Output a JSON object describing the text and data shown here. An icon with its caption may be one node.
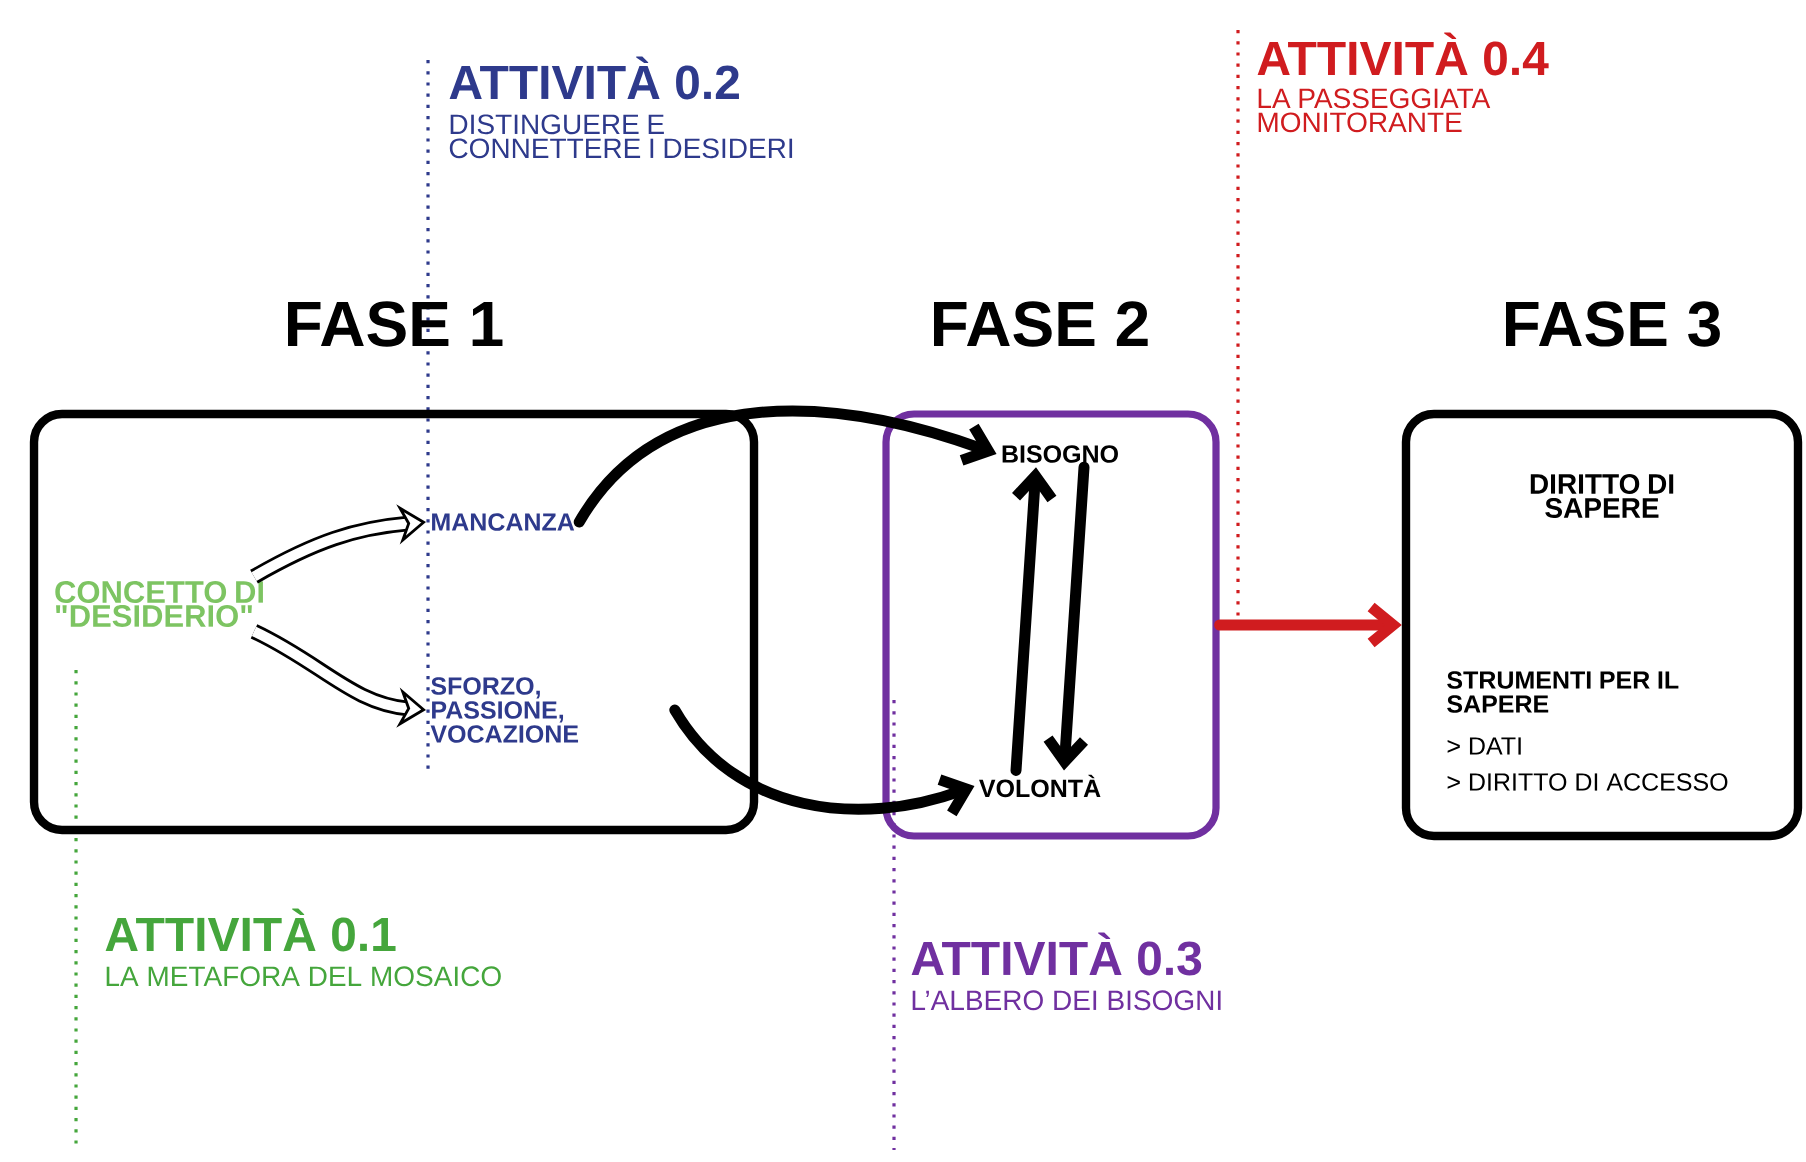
{
  "diagram": {
    "nodes": [
      {
        "text": [
          "FASE 1"
        ]
      },
      {
        "text": [
          "CONCETTO DI \"DESIDERIO\""
        ],
        "in": 0
      },
      {
        "text": [
          "MANCANZA"
        ],
        "in": 0
      },
      {
        "text": [
          "SFORZO, PASSIONE, VOCAZIONE"
        ],
        "in": 0
      },
      {
        "text": [
          "FASE 2"
        ]
      },
      {
        "text": [
          "BISOGNO"
        ],
        "in": 4
      },
      {
        "text": [
          "VOLONTÀ"
        ],
        "in": 4
      },
      {
        "text": [
          "FASE 3",
          "DIRITTO DI SAPERE",
          "STRUMENTI PER IL SAPERE",
          "> DATI",
          "> DIRITTO DI ACCESSO"
        ]
      }
    ],
    "edges": [
      {
        "from": 1,
        "to": 2,
        "arrow": "to"
      },
      {
        "from": 1,
        "to": 3,
        "arrow": "to"
      },
      {
        "from": 2,
        "to": 5,
        "arrow": "to"
      },
      {
        "from": 3,
        "to": 6,
        "arrow": "to"
      },
      {
        "from": 6,
        "to": 5,
        "arrow": "to"
      },
      {
        "from": 5,
        "to": 6,
        "arrow": "to"
      },
      {
        "from": 4,
        "to": 7,
        "arrow": "to",
        "color": "#d01c1f"
      }
    ],
    "labels": [
      "ATTIVITÀ 0.2",
      "DISTINGUERE E CONNETTERE I DESIDERI",
      "ATTIVITÀ 0.4",
      "LA PASSEGGIATA MONITORANTE",
      "ATTIVITÀ 0.1",
      "LA METAFORA DEL MOSAICO",
      "ATTIVITÀ 0.3",
      "L’ALBERO DEI BISOGNI"
    ]
  }
}
